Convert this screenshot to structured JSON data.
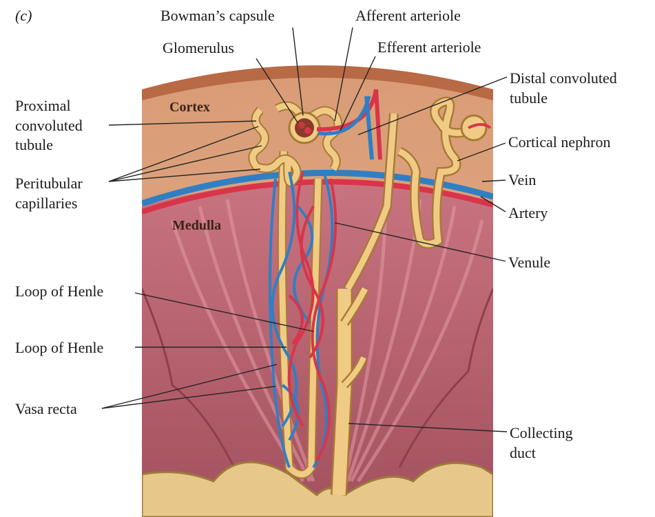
{
  "panel_letter": "(c)",
  "regions": {
    "cortex": "Cortex",
    "medulla": "Medulla"
  },
  "labels": {
    "bowmans_capsule": "Bowman’s capsule",
    "afferent_arteriole": "Afferent arteriole",
    "glomerulus": "Glomerulus",
    "efferent_arteriole": "Efferent arteriole",
    "distal_1": "Distal convoluted",
    "distal_2": "tubule",
    "proximal_1": "Proximal",
    "proximal_2": "convoluted",
    "proximal_3": "tubule",
    "cortical_nephron": "Cortical nephron",
    "peritubular_1": "Peritubular",
    "peritubular_2": "capillaries",
    "vein": "Vein",
    "artery": "Artery",
    "venule": "Venule",
    "loop_henle_1": "Loop of Henle",
    "loop_henle_2": "Loop of Henle",
    "vasa_recta": "Vasa recta",
    "collecting_1": "Collecting",
    "collecting_2": "duct"
  },
  "colors": {
    "cortex": "#d9a27e",
    "capsule_rim": "#b86a44",
    "medulla": "#b8616e",
    "tubule": "#f0cb86",
    "tubule_edge": "#a87a34",
    "artery": "#d8354a",
    "vein": "#2f7fc4",
    "pelvis": "#e8c88a"
  }
}
